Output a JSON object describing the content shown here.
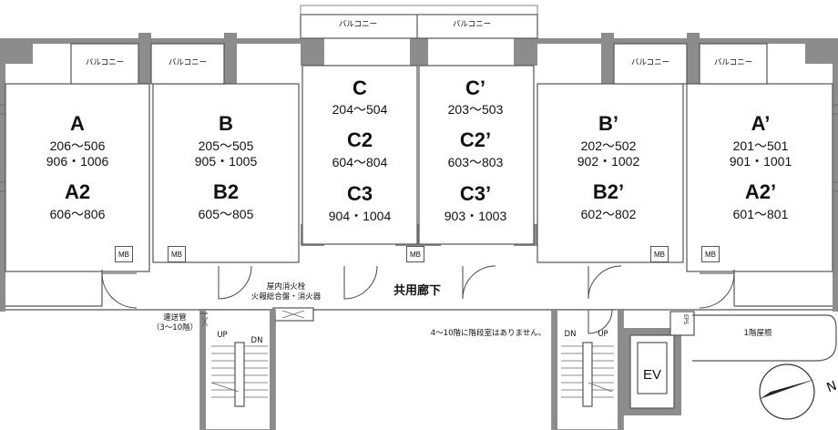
{
  "balcony_label": "バルコニー",
  "units": [
    {
      "id": "A",
      "names": [
        "A",
        "A2"
      ],
      "nums1": [
        "206〜506",
        "906・1006"
      ],
      "nums2": [
        "606〜806"
      ]
    },
    {
      "id": "B",
      "names": [
        "B",
        "B2"
      ],
      "nums1": [
        "205〜505",
        "905・1005"
      ],
      "nums2": [
        "605〜805"
      ]
    },
    {
      "id": "C",
      "names": [
        "C",
        "C2",
        "C3"
      ],
      "nums": [
        "204〜504",
        "604〜804",
        "904・1004"
      ]
    },
    {
      "id": "Cp",
      "names": [
        "C’",
        "C2’",
        "C3’"
      ],
      "nums": [
        "203〜503",
        "603〜803",
        "903・1003"
      ]
    },
    {
      "id": "Bp",
      "names": [
        "B’",
        "B2’"
      ],
      "nums1": [
        "202〜502",
        "902・1002"
      ],
      "nums2": [
        "602〜802"
      ]
    },
    {
      "id": "Ap",
      "names": [
        "A’",
        "A2’"
      ],
      "nums1": [
        "201〜501",
        "901・1001"
      ],
      "nums2": [
        "601〜801"
      ]
    }
  ],
  "mb_label": "MB",
  "corridor_label": "共用廊下",
  "hydrant_label": [
    "屋内消火栓",
    "火報総合盤・消火器"
  ],
  "pipe_label": [
    "連送管",
    "（3〜10階）"
  ],
  "stairs_up": "UP",
  "stairs_dn": "DN",
  "stair_note": "4〜10階に階段室はありません。",
  "ev_label": "EV",
  "eps_label": "EPS",
  "roof_label": "1階屋根",
  "north_label": "N"
}
